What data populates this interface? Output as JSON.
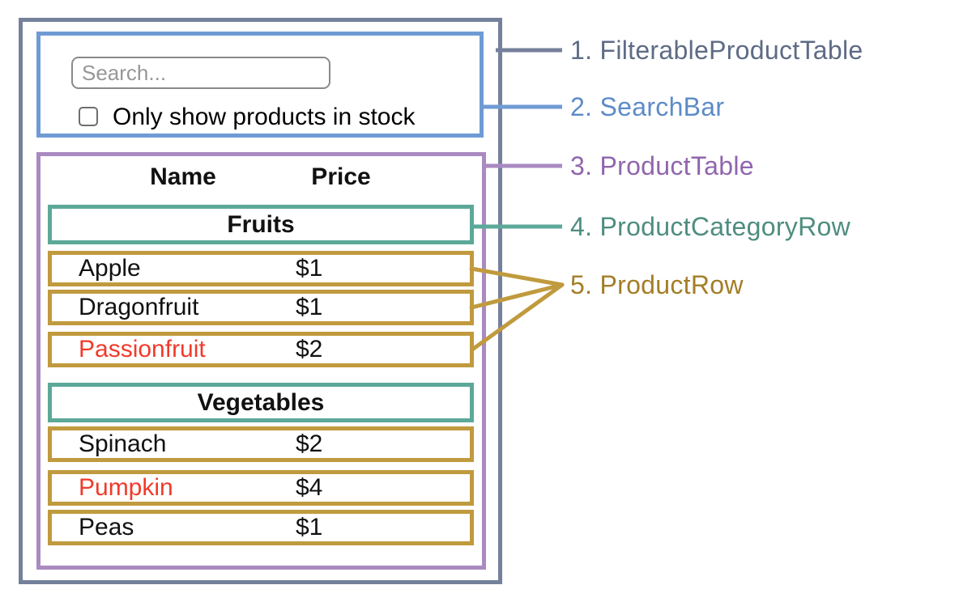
{
  "labels": [
    {
      "text": "1. FilterableProductTable",
      "color": "#5e6b85"
    },
    {
      "text": "2. SearchBar",
      "color": "#5d8bc7"
    },
    {
      "text": "3. ProductTable",
      "color": "#9065ad"
    },
    {
      "text": "4. ProductCategoryRow",
      "color": "#4e8d7e"
    },
    {
      "text": "5. ProductRow",
      "color": "#a37e27"
    }
  ],
  "search_bar": {
    "placeholder": "Search...",
    "checkbox_label": "Only show products in stock",
    "checkbox_checked": false
  },
  "product_table": {
    "headers": {
      "name": "Name",
      "price": "Price"
    },
    "sections": [
      {
        "category": "Fruits",
        "rows": [
          {
            "name": "Apple",
            "price": "$1",
            "highlighted_red": false
          },
          {
            "name": "Dragonfruit",
            "price": "$1",
            "highlighted_red": false
          },
          {
            "name": "Passionfruit",
            "price": "$2",
            "highlighted_red": true
          }
        ]
      },
      {
        "category": "Vegetables",
        "rows": [
          {
            "name": "Spinach",
            "price": "$2",
            "highlighted_red": false
          },
          {
            "name": "Pumpkin",
            "price": "$4",
            "highlighted_red": true
          },
          {
            "name": "Peas",
            "price": "$1",
            "highlighted_red": false
          }
        ]
      }
    ]
  },
  "colors": {
    "outer_border": "#75819b",
    "search_bar_border": "#6f9bd4",
    "product_table_border": "#a98ac1",
    "category_row_border": "#5ca899",
    "product_row_border": "#c09a3e",
    "highlighted_text": "#f13a2b"
  }
}
